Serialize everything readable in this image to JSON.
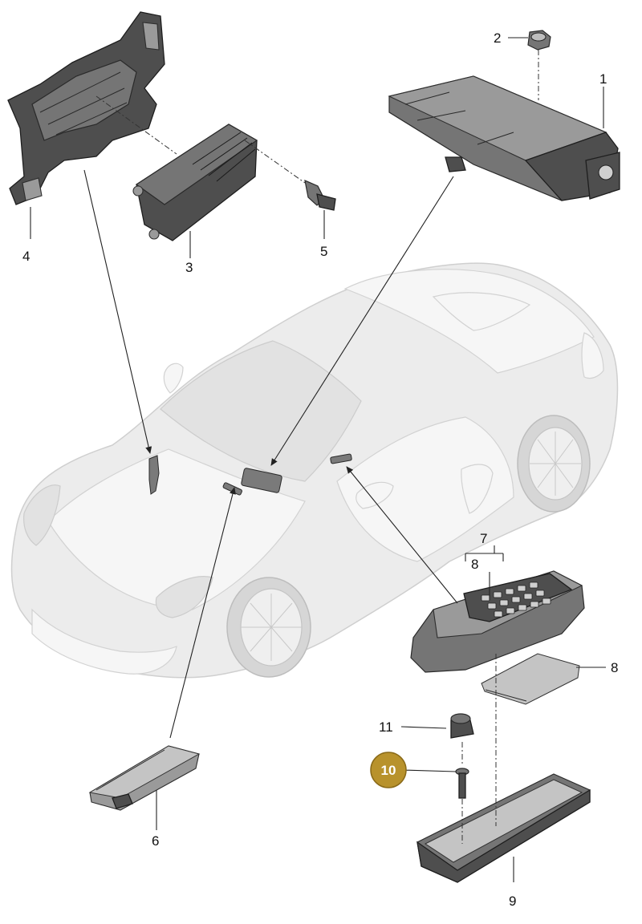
{
  "callouts": [
    {
      "id": "1",
      "label": "1"
    },
    {
      "id": "2",
      "label": "2"
    },
    {
      "id": "3",
      "label": "3"
    },
    {
      "id": "4",
      "label": "4"
    },
    {
      "id": "5",
      "label": "5"
    },
    {
      "id": "6",
      "label": "6"
    },
    {
      "id": "7",
      "label": "7"
    },
    {
      "id": "8a",
      "label": "8"
    },
    {
      "id": "8b",
      "label": "8"
    },
    {
      "id": "9",
      "label": "9"
    },
    {
      "id": "10",
      "label": "10",
      "highlighted": true
    },
    {
      "id": "11",
      "label": "11"
    }
  ],
  "colors": {
    "highlight_fill": "#b8922c",
    "highlight_stroke": "#8a6a18",
    "part_dark": "#4e4e4e",
    "car_body": "#ececec"
  }
}
